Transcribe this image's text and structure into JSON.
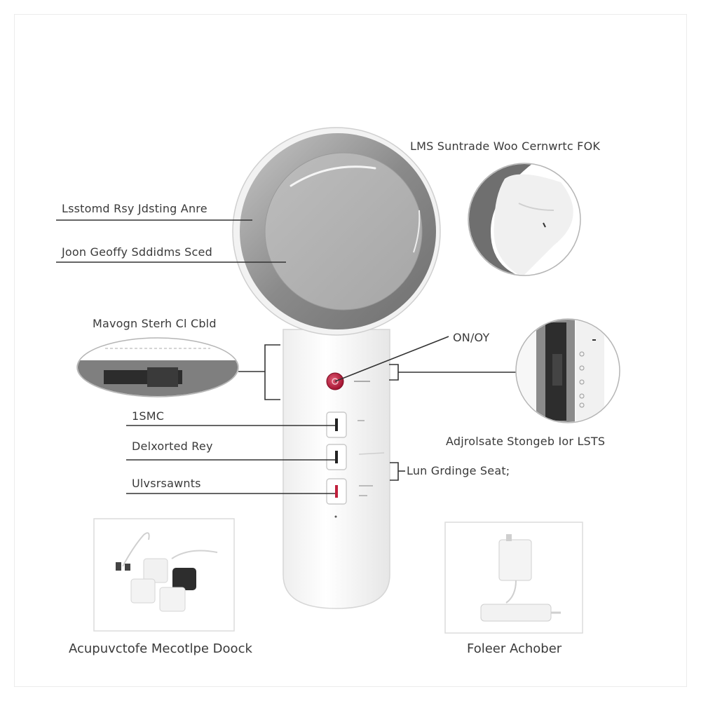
{
  "labels": {
    "ems_condition": "LMS Suntrade Woo Cernwrtc FOK",
    "lecture_area": "Lsstomd Rsy Jdsting Anre",
    "gravity_plate": "Joon Geoffy Sddidms Sced",
    "magnet_charge": "Mavogn Sterh Cl Cbld",
    "on_off": "ON/OY",
    "ems_button": "1SMC",
    "infrared_ray": "Delxorted Rey",
    "ultrasonic": "Ulvsrsawnts",
    "adjustable_strength": "Adjrolsate Stongeb Ior LSTS",
    "charge_seat": "Lun Grdinge Seat;",
    "accessories_caption": "Acupuvctofe Mecotlpe Doock",
    "adapter_caption": "Foleer Achober"
  },
  "product_color": "#f7f7f7",
  "ring_color": "#8e8e8e",
  "button_accent": "#b01c3c",
  "icons": [
    "power-button-icon",
    "mode-button-icon"
  ]
}
